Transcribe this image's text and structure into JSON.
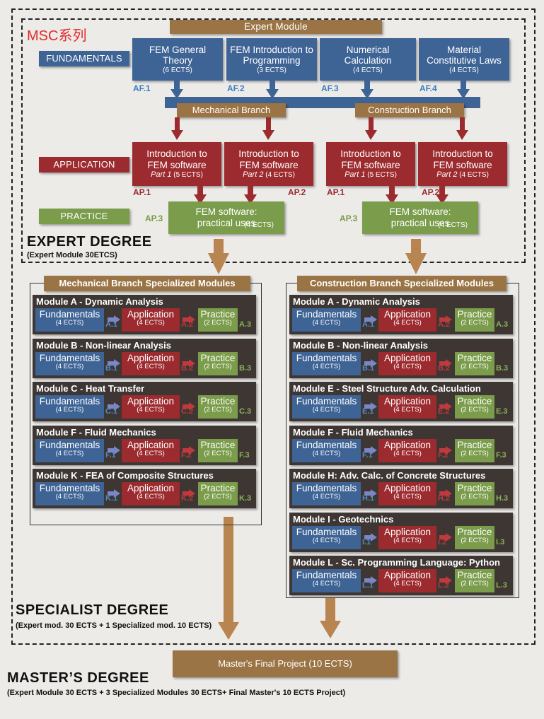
{
  "watermark": "MSC系列",
  "expert_module_label": "Expert Module",
  "rows": {
    "fundamentals": "FUNDAMENTALS",
    "application": "APPLICATION",
    "practice": "PRACTICE"
  },
  "fundamentals_boxes": [
    {
      "title": "FEM General Theory",
      "ects": "(6 ECTS)",
      "code": "AF.1"
    },
    {
      "title": "FEM Introduction to Programming",
      "ects": "(3 ECTS)",
      "code": "AF.2"
    },
    {
      "title": "Numerical Calculation",
      "ects": "(4 ECTS)",
      "code": "AF.3"
    },
    {
      "title": "Material Constitutive Laws",
      "ects": "(4 ECTS)",
      "code": "AF.4"
    }
  ],
  "branches": {
    "mechanical": "Mechanical Branch",
    "construction": "Construction Branch"
  },
  "application_boxes": [
    {
      "title": "Introduction to FEM software",
      "part": "Part 1",
      "ects": "(5 ECTS)",
      "code": "AP.1"
    },
    {
      "title": "Introduction to FEM software",
      "part": "Part 2",
      "ects": "(4 ECTS)",
      "code": "AP.2"
    },
    {
      "title": "Introduction to FEM software",
      "part": "Part 1",
      "ects": "(5 ECTS)",
      "code": "AP.1"
    },
    {
      "title": "Introduction to FEM software",
      "part": "Part 2",
      "ects": "(4 ECTS)",
      "code": "AP.2"
    }
  ],
  "practice_boxes": [
    {
      "title": "FEM software: practical uses",
      "ects": "(4 ECTS)",
      "code": "AP.3"
    },
    {
      "title": "FEM software: practical uses",
      "ects": "(4 ECTS)",
      "code": "AP.3"
    }
  ],
  "expert_degree": {
    "title": "EXPERT DEGREE",
    "sub": "(Expert Module 30ETCS)"
  },
  "mech_specialized": {
    "header": "Mechanical Branch Specialized Modules",
    "modules": [
      {
        "title": "Module A - Dynamic Analysis",
        "c1": "A.1",
        "c2": "A.2",
        "c3": "A.3"
      },
      {
        "title": "Module B - Non-linear Analysis",
        "c1": "B.1",
        "c2": "B.2",
        "c3": "B.3"
      },
      {
        "title": "Module C - Heat Transfer",
        "c1": "C.1",
        "c2": "C.2",
        "c3": "C.3"
      },
      {
        "title": "Module F - Fluid Mechanics",
        "c1": "F.1",
        "c2": "F.2",
        "c3": "F.3"
      },
      {
        "title": "Module K - FEA of Composite Structures",
        "c1": "K.1",
        "c2": "K.2",
        "c3": "K.3"
      }
    ]
  },
  "const_specialized": {
    "header": "Construction Branch Specialized Modules",
    "modules": [
      {
        "title": "Module A - Dynamic Analysis",
        "c1": "A.1",
        "c2": "A.2",
        "c3": "A.3"
      },
      {
        "title": "Module B - Non-linear Analysis",
        "c1": "B.1",
        "c2": "B.2",
        "c3": "B.3"
      },
      {
        "title": "Module E -  Steel Structure Adv. Calculation",
        "c1": "E.1",
        "c2": "E.2",
        "c3": "E.3"
      },
      {
        "title": "Module F - Fluid Mechanics",
        "c1": "F.1",
        "c2": "F.2",
        "c3": "F.3"
      },
      {
        "title": "Module H: Adv. Calc. of Concrete Structures",
        "c1": "H.1",
        "c2": "H.2",
        "c3": "H.3"
      },
      {
        "title": "Module I - Geotechnics",
        "c1": "I.1",
        "c2": "I.2",
        "c3": "I.3"
      },
      {
        "title": "Module L - Sc. Programming Language: Python",
        "c1": "L.1",
        "c2": "L.2",
        "c3": "L.3"
      }
    ]
  },
  "module_parts": {
    "fundamentals": "Fundamentals",
    "fundamentals_ects": "(4 ECTS)",
    "application": "Application",
    "application_ects": "(4 ECTS)",
    "practice": "Practice",
    "practice_ects": "(2 ECTS)"
  },
  "specialist_degree": {
    "title": "SPECIALIST DEGREE",
    "sub": "(Expert mod. 30 ECTS + 1 Specialized mod. 10 ECTS)"
  },
  "final_project": "Master's Final Project (10 ECTS)",
  "masters_degree": {
    "title": "MASTER’S DEGREE",
    "sub": "(Expert Module 30 ECTS + 3 Specialized Modules 30 ECTS+ Final Master's 10 ECTS Project)"
  }
}
